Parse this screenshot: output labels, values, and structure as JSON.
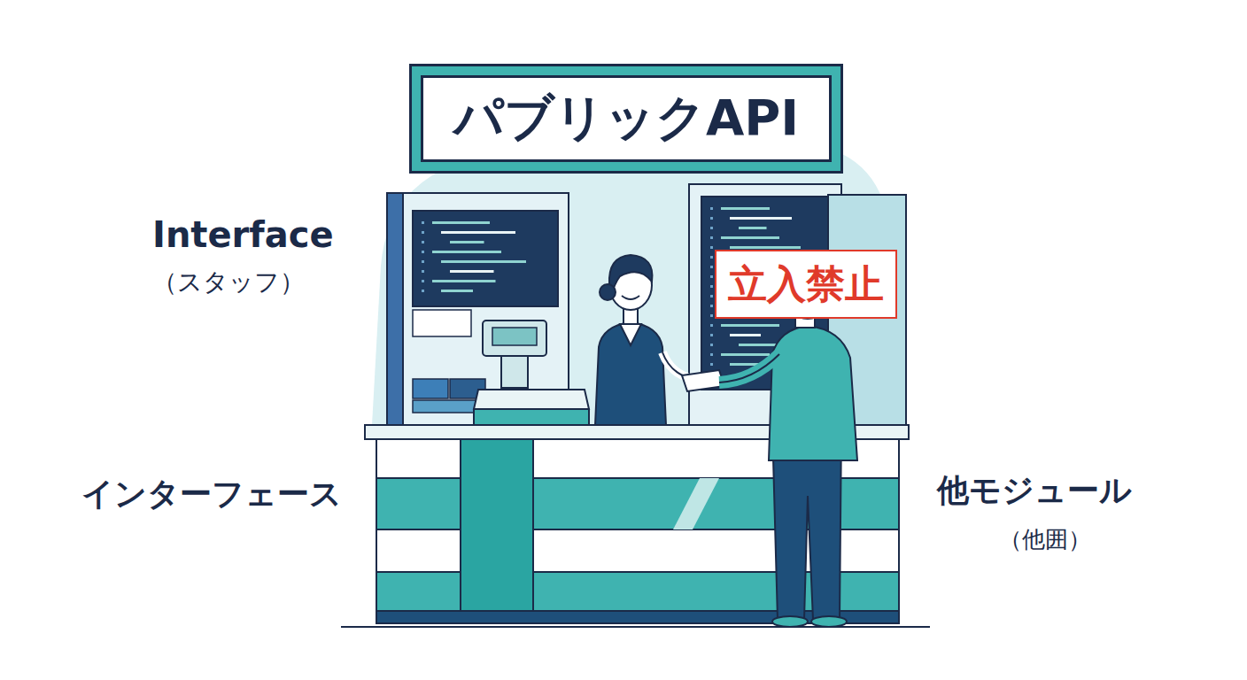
{
  "diagram": {
    "nodes": [
      {
        "text": [
          "パブリックAPI"
        ]
      },
      {
        "text": [
          "立入禁止"
        ]
      }
    ],
    "labels": [
      "Interface",
      "（スタッフ）",
      "インターフェース",
      "他モジュール",
      "（他囲）"
    ]
  }
}
